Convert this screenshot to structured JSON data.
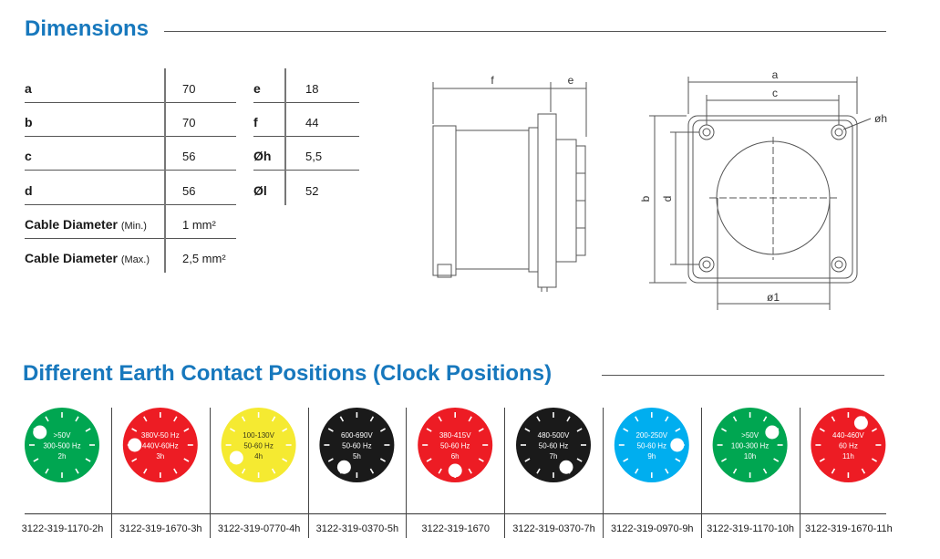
{
  "dimensions": {
    "title": "Dimensions",
    "left_table": [
      {
        "label": "a",
        "value": "70"
      },
      {
        "label": "b",
        "value": "70"
      },
      {
        "label": "c",
        "value": "56"
      },
      {
        "label": "d",
        "value": "56"
      },
      {
        "label": "Cable Diameter",
        "qualifier": "(Min.)",
        "value": "1 mm²"
      },
      {
        "label": "Cable Diameter",
        "qualifier": "(Max.)",
        "value": "2,5 mm²"
      }
    ],
    "right_table": [
      {
        "label": "e",
        "value": "18"
      },
      {
        "label": "f",
        "value": "44"
      },
      {
        "label": "Øh",
        "value": "5,5"
      },
      {
        "label": "Øl",
        "value": "52"
      }
    ],
    "drawing_labels": {
      "f": "f",
      "e": "e",
      "a": "a",
      "c": "c",
      "b": "b",
      "d": "d",
      "h": "øh",
      "l": "ø1"
    }
  },
  "earth_contact": {
    "title": "Different Earth Contact Positions (Clock Positions)",
    "dials": [
      {
        "lines": [
          ">50V",
          "300-500 Hz",
          "2h"
        ],
        "hour": 2,
        "color": "#00a651",
        "text_color": "#ffffff",
        "code": "3122-319-1170-2h"
      },
      {
        "lines": [
          "380V-50 Hz",
          "440V-60Hz",
          "3h"
        ],
        "hour": 3,
        "color": "#ed1c24",
        "text_color": "#ffffff",
        "code": "3122-319-1670-3h"
      },
      {
        "lines": [
          "100-130V",
          "50-60 Hz",
          "4h"
        ],
        "hour": 4,
        "color": "#f5ea31",
        "text_color": "#3a3a1a",
        "code": "3122-319-0770-4h"
      },
      {
        "lines": [
          "600-690V",
          "50-60 Hz",
          "5h"
        ],
        "hour": 5,
        "color": "#1a1a1a",
        "text_color": "#ffffff",
        "code": "3122-319-0370-5h"
      },
      {
        "lines": [
          "380-415V",
          "50-60 Hz",
          "6h"
        ],
        "hour": 6,
        "color": "#ed1c24",
        "text_color": "#ffffff",
        "code": "3122-319-1670"
      },
      {
        "lines": [
          "480-500V",
          "50-60 Hz",
          "7h"
        ],
        "hour": 7,
        "color": "#1a1a1a",
        "text_color": "#ffffff",
        "code": "3122-319-0370-7h"
      },
      {
        "lines": [
          "200-250V",
          "50-60 Hz",
          "9h"
        ],
        "hour": 9,
        "color": "#00aeef",
        "text_color": "#ffffff",
        "code": "3122-319-0970-9h"
      },
      {
        "lines": [
          ">50V",
          "100-300 Hz",
          "10h"
        ],
        "hour": 10,
        "color": "#00a651",
        "text_color": "#ffffff",
        "code": "3122-319-1170-10h"
      },
      {
        "lines": [
          "440-460V",
          "60 Hz",
          "11h"
        ],
        "hour": 11,
        "color": "#ed1c24",
        "text_color": "#ffffff",
        "code": "3122-319-1670-11h"
      }
    ]
  }
}
